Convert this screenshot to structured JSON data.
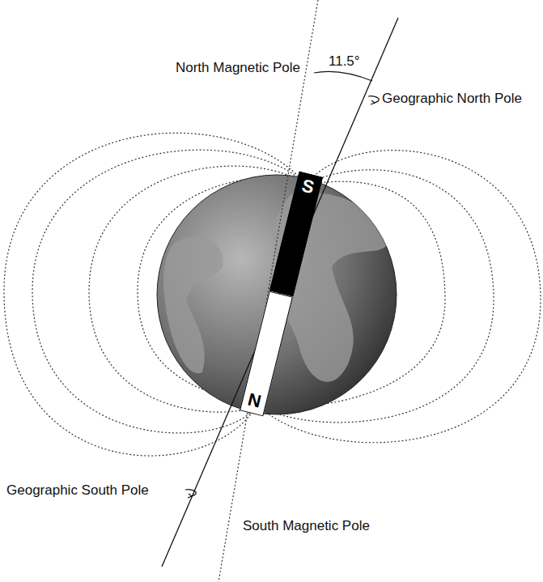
{
  "diagram": {
    "nodes": [
      {
        "text": [
          "S"
        ]
      },
      {
        "text": [
          "N"
        ]
      }
    ],
    "labels": [
      "North Magnetic Pole",
      "11.5°",
      "Geographic North Pole",
      "Geographic South Pole",
      "South Magnetic Pole"
    ]
  }
}
